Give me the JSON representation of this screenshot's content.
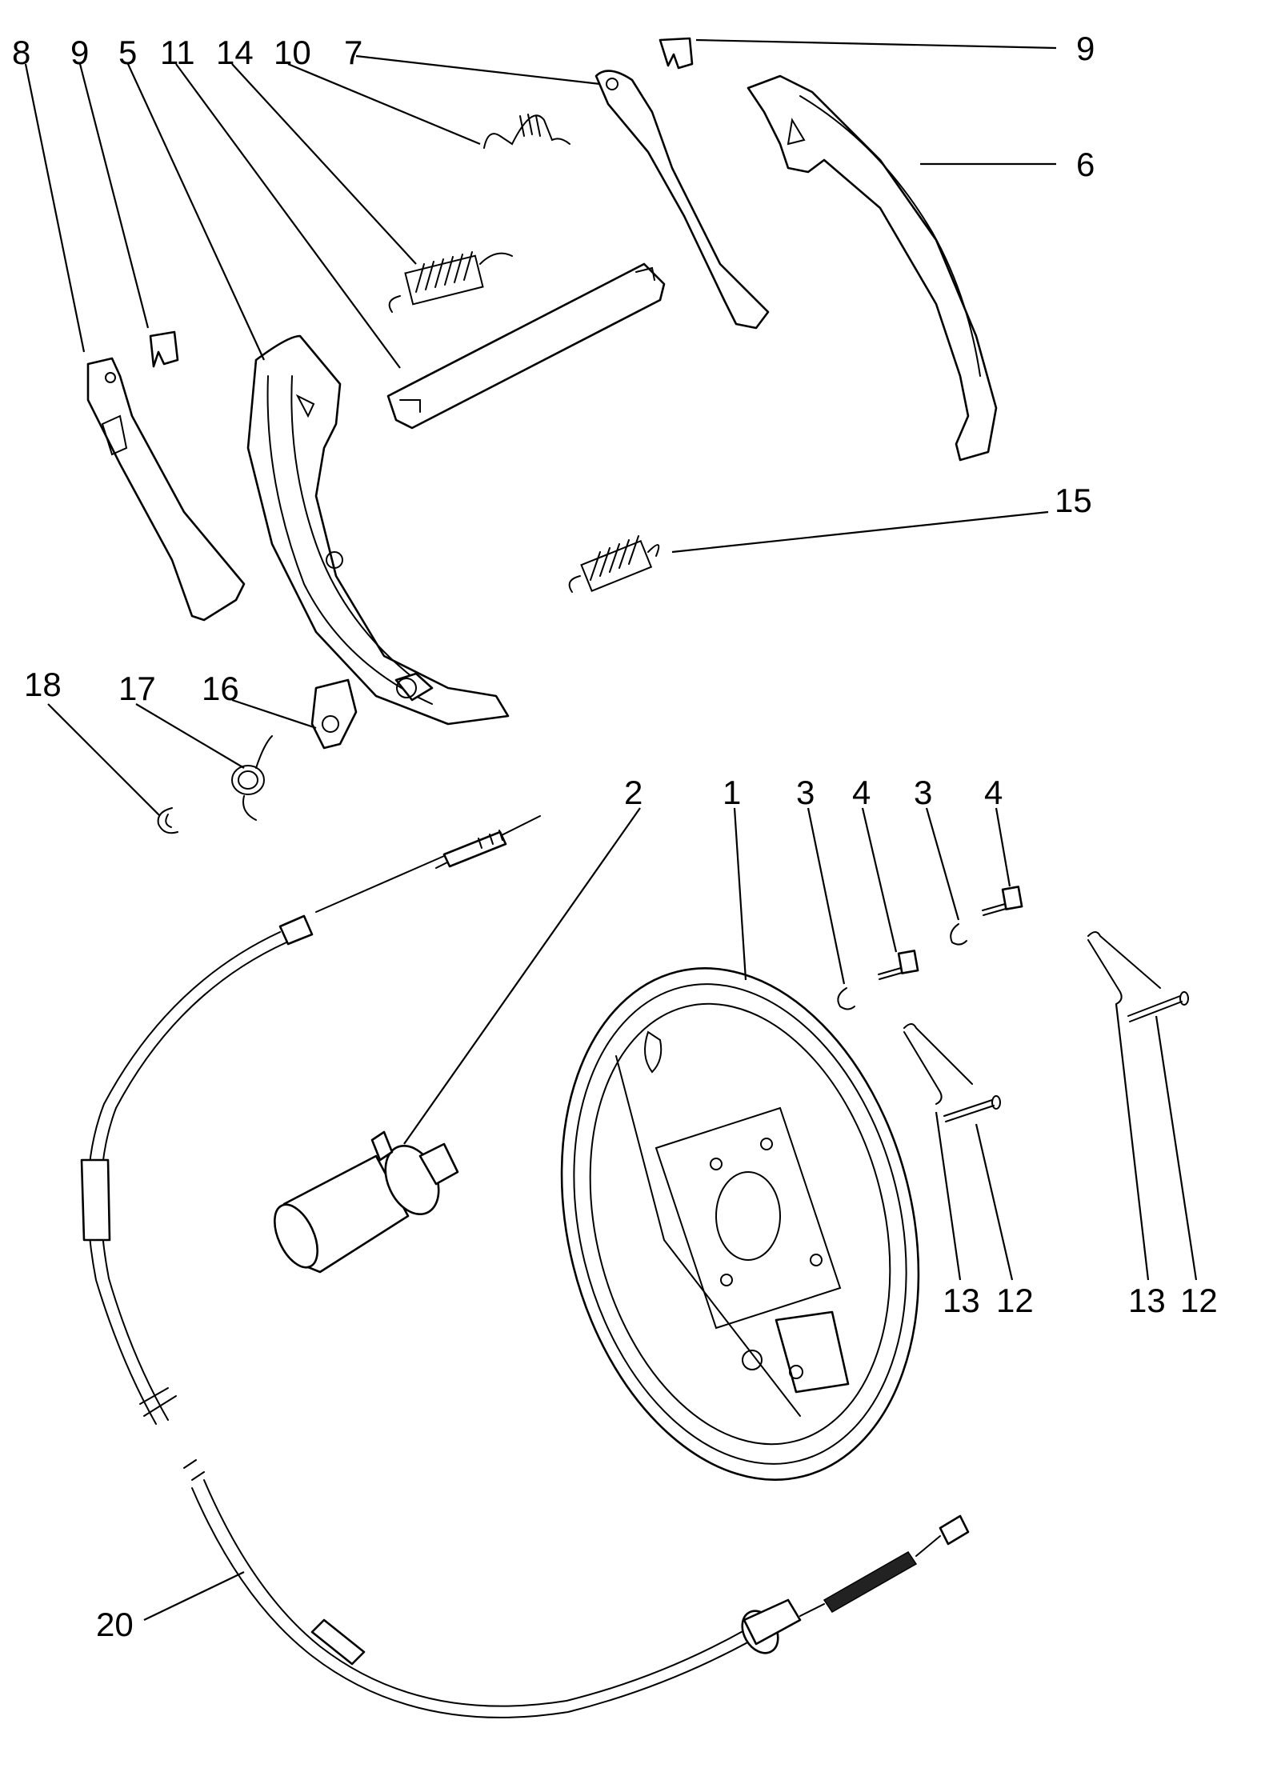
{
  "labels": {
    "l8": "8",
    "l9a": "9",
    "l5": "5",
    "l11": "11",
    "l14": "14",
    "l10": "10",
    "l7": "7",
    "l9b": "9",
    "l6": "6",
    "l15": "15",
    "l18": "18",
    "l17": "17",
    "l16": "16",
    "l2": "2",
    "l1": "1",
    "l3a": "3",
    "l4a": "4",
    "l3b": "3",
    "l4b": "4",
    "l13a": "13",
    "l12a": "12",
    "l13b": "13",
    "l12b": "12",
    "l20": "20"
  }
}
